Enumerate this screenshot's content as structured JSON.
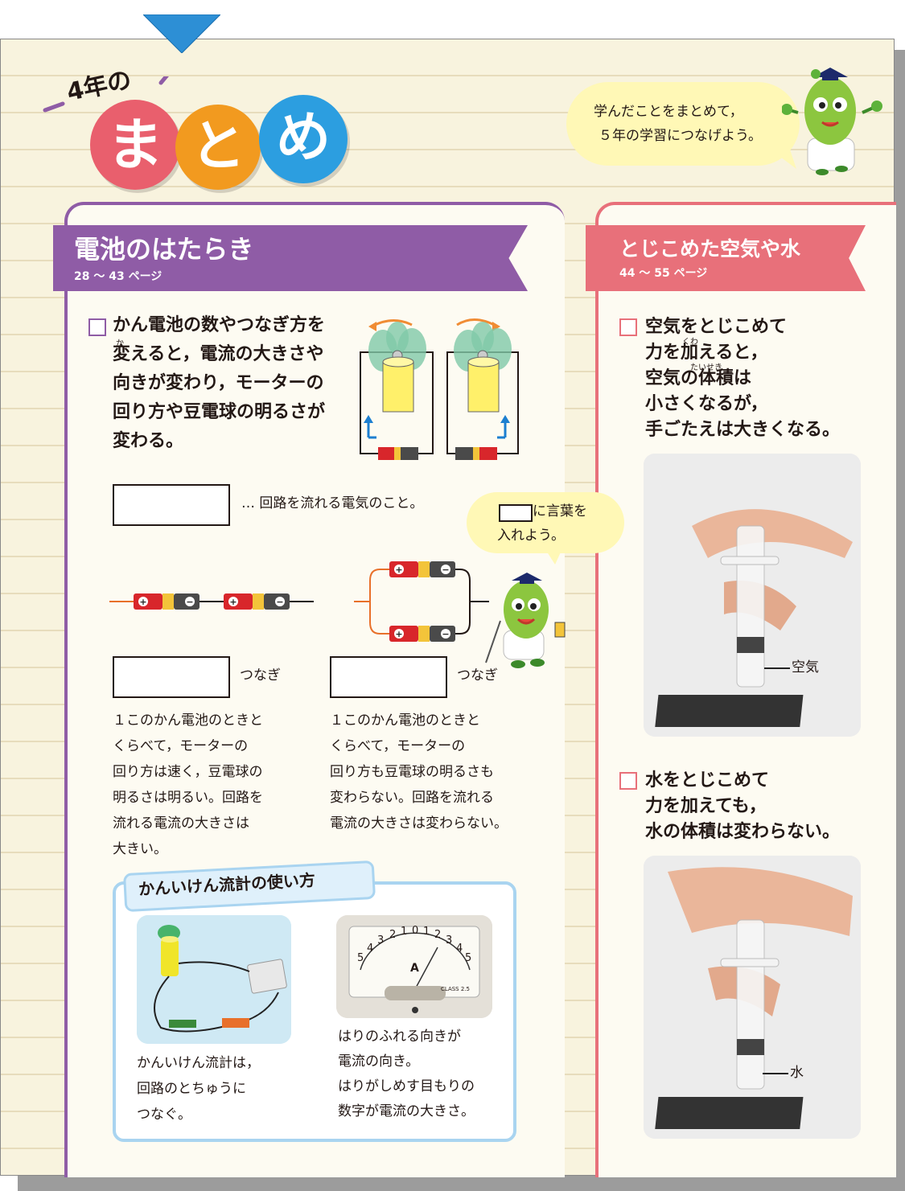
{
  "header": {
    "year_label": "4年の",
    "title_chars": [
      "ま",
      "と",
      "め"
    ],
    "title_colors": [
      "#e95f6d",
      "#f29a1f",
      "#2c9ee0"
    ]
  },
  "mascot_bubble": {
    "line1": "学んだことをまとめて，",
    "line2": "５年の学習につなげよう。"
  },
  "left_section": {
    "title": "電池のはたらき",
    "pages": "28 ～ 43 ページ",
    "point_lines": [
      "かん電池の数やつなぎ方を",
      "変えると，電流の大きさや",
      "向きが変わり，モーターの",
      "回り方や豆電球の明るさが",
      "変わる。"
    ],
    "ruby_ka": "か",
    "current_def": "… 回路を流れる電気のこと。",
    "hint_bubble": {
      "line1_suffix": "に言葉を",
      "line2": "入れよう。"
    },
    "series_label": "つなぎ",
    "parallel_label": "つなぎ",
    "series_desc": [
      "１このかん電池のときと",
      "くらべて，モーターの",
      "回り方は速く，豆電球の",
      "明るさは明るい。回路を",
      "流れる電流の大きさは",
      "大きい。"
    ],
    "parallel_desc": [
      "１このかん電池のときと",
      "くらべて，モーターの",
      "回り方も豆電球の明るさも",
      "変わらない。回路を流れる",
      "電流の大きさは変わらない。"
    ],
    "meter_box": {
      "title": "かんいけん流計の使い方",
      "caption_left": [
        "かんいけん流計は，",
        "回路のとちゅうに",
        "つなぐ。"
      ],
      "caption_right": [
        "はりのふれる向きが",
        "電流の向き。",
        "はりがしめす目もりの",
        "数字が電流の大きさ。"
      ],
      "meter_numbers": [
        "5",
        "4",
        "3",
        "2",
        "1",
        "0",
        "1",
        "2",
        "3",
        "4",
        "5"
      ],
      "meter_unit": "A",
      "meter_class": "CLASS 2.5"
    }
  },
  "right_section": {
    "title": "とじこめた空気や水",
    "pages": "44 ～ 55 ページ",
    "air_lines": [
      "空気をとじこめて",
      "力を加えると，",
      "空気の体積は",
      "小さくなるが，",
      "手ごたえは大きくなる。"
    ],
    "ruby_kuwa": "くわ",
    "ruby_taiseki": "たいせき",
    "air_label": "空気",
    "water_lines": [
      "水をとじこめて",
      "力を加えても，",
      "水の体積は変わらない。"
    ],
    "water_label": "水"
  }
}
